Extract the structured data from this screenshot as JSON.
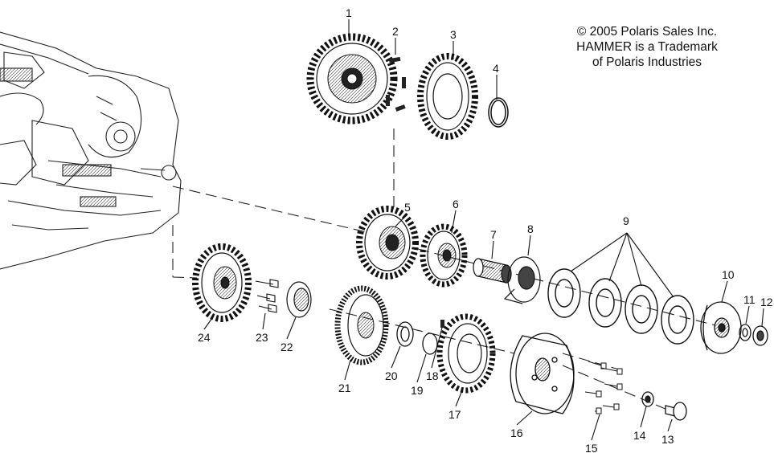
{
  "notice": {
    "line1": "© 2005 Polaris Sales Inc.",
    "line2": "HAMMER is a Trademark",
    "line3": "of Polaris Industries"
  },
  "callouts": [
    "1",
    "2",
    "3",
    "4",
    "5",
    "6",
    "7",
    "8",
    "9",
    "10",
    "11",
    "12",
    "13",
    "14",
    "15",
    "16",
    "17",
    "18",
    "19",
    "20",
    "21",
    "22",
    "23",
    "24"
  ]
}
